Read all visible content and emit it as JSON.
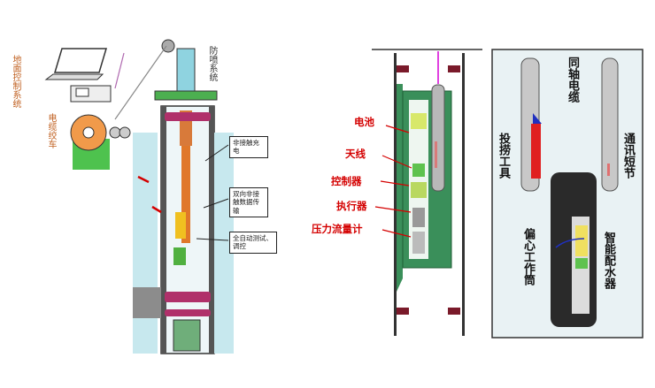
{
  "left_panel": {
    "surface_control_label": "地面控制系统",
    "cable_winch_label": "电缆绞车",
    "blowout_label": "防喷系统",
    "callouts": [
      "非接触充电",
      "双向非接触数据传输",
      "全自动测试、调控"
    ]
  },
  "middle_panel": {
    "labels": [
      "电池",
      "天线",
      "控制器",
      "执行器",
      "压力流量计"
    ]
  },
  "right_panel": {
    "coax_cable": "同轴电缆",
    "fishing_tool": "投捞工具",
    "comm_joint": "通讯短节",
    "eccentric_barrel": "偏心工作筒",
    "smart_distributor": "智能配水器"
  },
  "colors": {
    "label_red": "#d40000",
    "casing_green": "#3a8f5a",
    "pipe_blue": "#bfe6ee",
    "surface_text_orange": "#c06020"
  }
}
